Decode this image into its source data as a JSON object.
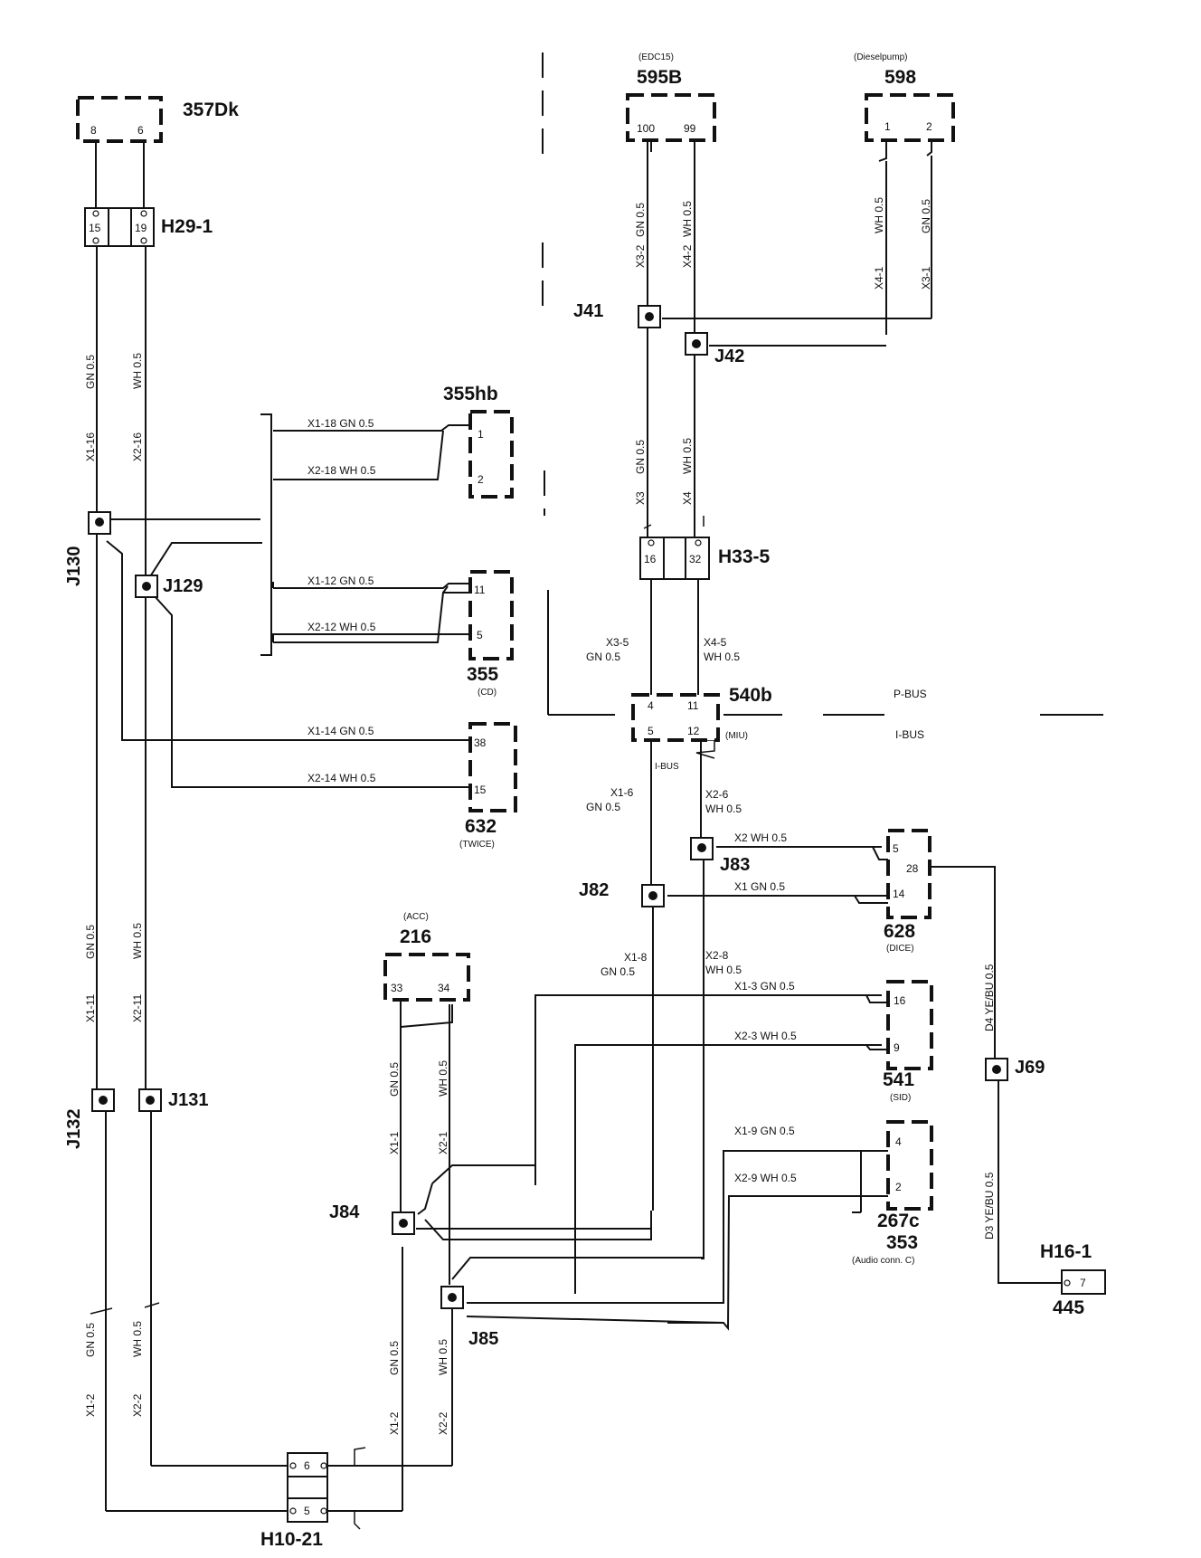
{
  "components": {
    "c357dk": {
      "id": "357Dk",
      "pin_a": "8",
      "pin_b": "6"
    },
    "h29_1": {
      "id": "H29-1",
      "pin_a": "15",
      "pin_b": "19"
    },
    "c595b": {
      "id": "595B",
      "sub": "(EDC15)",
      "pin_a": "100",
      "pin_b": "99"
    },
    "c598": {
      "id": "598",
      "sub": "(Dieselpump)",
      "pin_a": "1",
      "pin_b": "2"
    },
    "c355hb": {
      "id": "355hb",
      "pin_a": "1",
      "pin_b": "2"
    },
    "c355": {
      "id": "355",
      "sub": "(CD)",
      "pin_a": "11",
      "pin_b": "5"
    },
    "c632": {
      "id": "632",
      "sub": "(TWICE)",
      "pin_a": "38",
      "pin_b": "15"
    },
    "h33_5": {
      "id": "H33-5",
      "pin_a": "16",
      "pin_b": "32"
    },
    "c540b": {
      "id": "540b",
      "sub": "(MIU)",
      "pin_tl": "4",
      "pin_tr": "11",
      "pin_bl": "5",
      "pin_br": "12"
    },
    "c628": {
      "id": "628",
      "sub": "(DICE)",
      "pin_a": "5",
      "pin_b": "28",
      "pin_c": "14"
    },
    "c216": {
      "id": "216",
      "sub": "(ACC)",
      "pin_a": "33",
      "pin_b": "34"
    },
    "c541": {
      "id": "541",
      "sub": "(SID)",
      "pin_a": "16",
      "pin_b": "9"
    },
    "c267c": {
      "id": "267c",
      "id2": "353",
      "sub": "(Audio conn. C)",
      "pin_a": "4",
      "pin_b": "2"
    },
    "h16_1": {
      "id": "H16-1",
      "id2": "445",
      "pin": "7"
    },
    "h10_21": {
      "id": "H10-21",
      "pin_a": "6",
      "pin_b": "5"
    }
  },
  "junctions": {
    "j41": "J41",
    "j42": "J42",
    "j130": "J130",
    "j129": "J129",
    "j83": "J83",
    "j82": "J82",
    "j69": "J69",
    "j132": "J132",
    "j131": "J131",
    "j84": "J84",
    "j85": "J85"
  },
  "bus": {
    "p_bus": "P-BUS",
    "i_bus": "I-BUS",
    "i_bus_small": "I-BUS"
  },
  "wires": {
    "x3_2": "X3-2",
    "gn05": "GN 0.5",
    "x4_2": "X4-2",
    "wh05": "WH 0.5",
    "x4_1": "X4-1",
    "x3_1": "X3-1",
    "x3": "X3",
    "x4": "X4",
    "x3_5": "X3-5",
    "x4_5": "X4-5",
    "x1_6": "X1-6",
    "x2_6": "X2-6",
    "x1_16": "X1-16",
    "x2_16": "X2-16",
    "x1_18_gn": "X1-18  GN 0.5",
    "x2_18_wh": "X2-18  WH 0.5",
    "x1_12_gn": "X1-12  GN 0.5",
    "x2_12_wh": "X2-12  WH 0.5",
    "x1_14_gn": "X1-14  GN 0.5",
    "x2_14_wh": "X2-14  WH 0.5",
    "x2_wh": "X2  WH 0.5",
    "x1_gn": "X1  GN 0.5",
    "x1_8": "X1-8",
    "x2_8": "X2-8",
    "x1_3_gn": "X1-3  GN  0.5",
    "x2_3_wh": "X2-3   WH  0.5",
    "x1_9_gn": "X1-9  GN  0.5",
    "x2_9_wh": "X2-9  WH  0.5",
    "d4_yebu": "D4  YE/BU  0.5",
    "d3_yebu": "D3  YE/BU  0.5",
    "x1_11": "X1-11",
    "x2_11": "X2-11",
    "x1_1": "X1-1",
    "x2_1": "X2-1",
    "x1_2": "X1-2",
    "x2_2": "X2-2"
  }
}
